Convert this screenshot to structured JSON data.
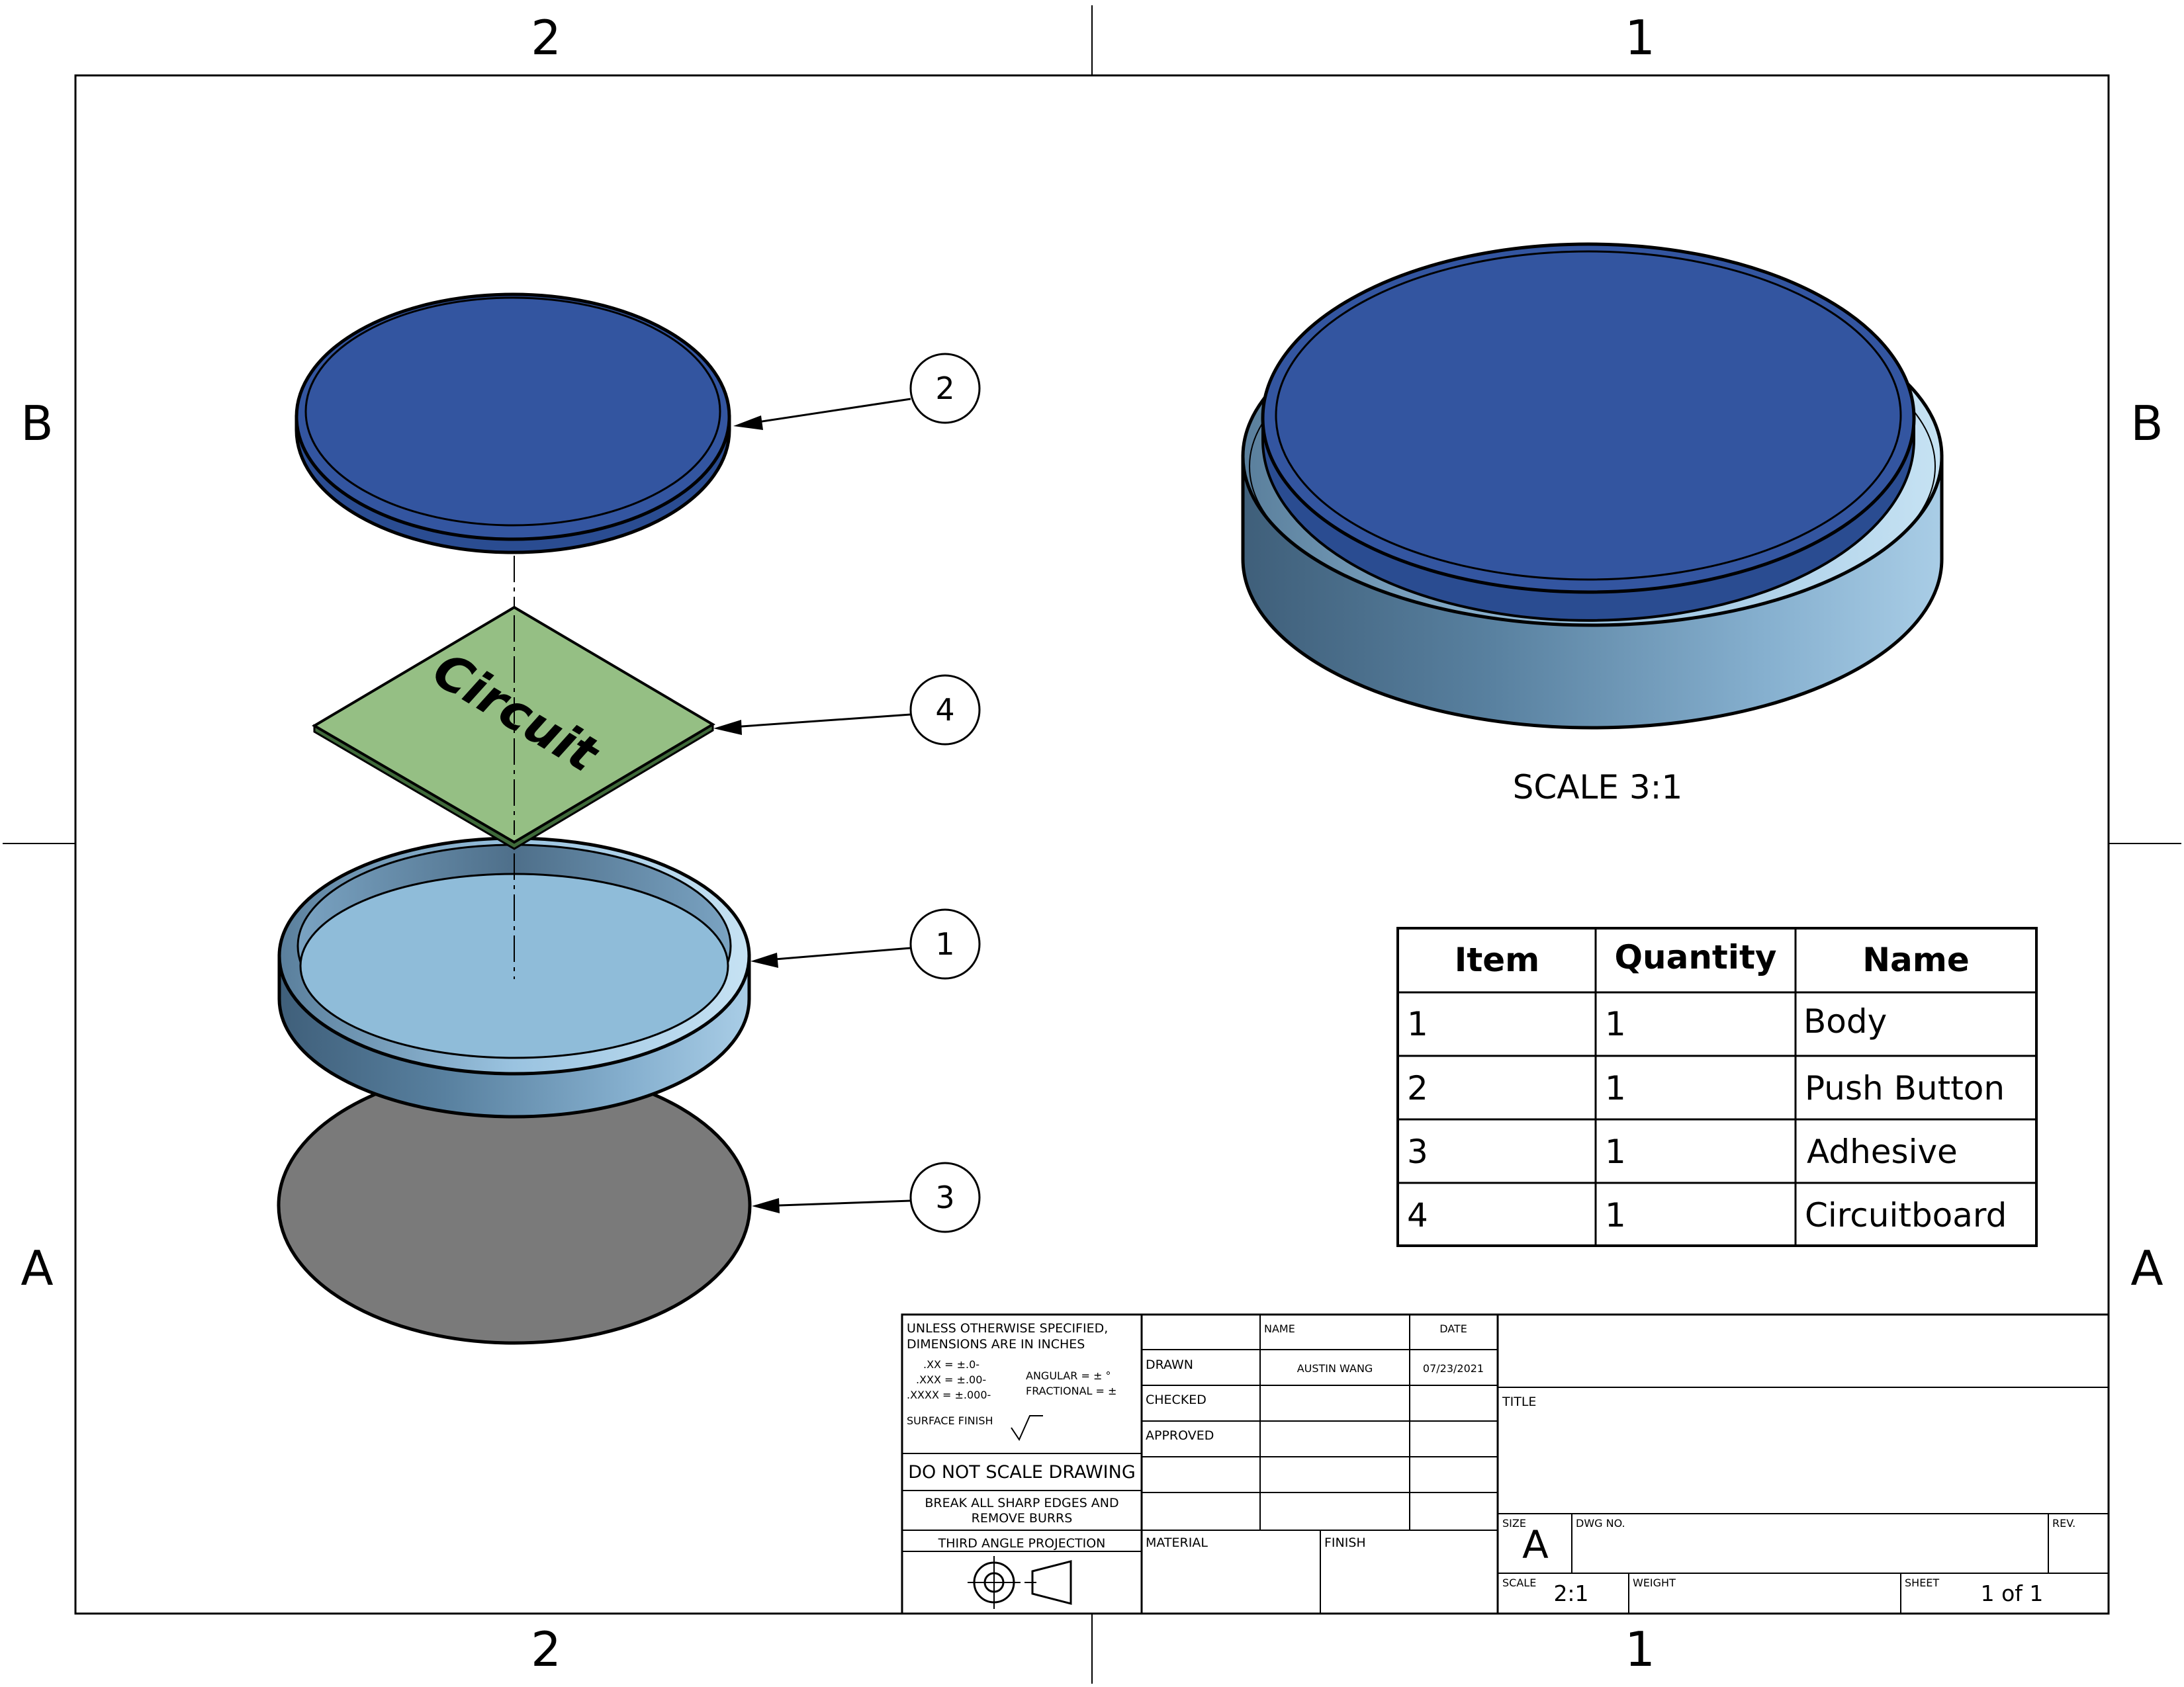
{
  "zones": {
    "top_left": "2",
    "top_right": "1",
    "bottom_left": "2",
    "bottom_right": "1",
    "left_upper": "B",
    "left_lower": "A",
    "right_upper": "B",
    "right_lower": "A"
  },
  "exploded_view": {
    "circuit_text": "Circuit",
    "balloons": [
      "2",
      "4",
      "1",
      "3"
    ]
  },
  "detail_view": {
    "caption": "SCALE 3:1"
  },
  "colors": {
    "button_blue": "#3355a0",
    "body_light_blue": "#8fbcd9",
    "body_side": "#6f93ad",
    "circuit_green": "#95bf84",
    "adhesive_gray": "#7a7a7a"
  },
  "bom": {
    "headers": [
      "Item",
      "Quantity",
      "Name"
    ],
    "rows": [
      [
        "1",
        "1",
        "Body"
      ],
      [
        "2",
        "1",
        "Push Button"
      ],
      [
        "3",
        "1",
        "Adhesive"
      ],
      [
        "4",
        "1",
        "Circuitboard"
      ]
    ]
  },
  "title_block": {
    "tolerance_note_1": "UNLESS OTHERWISE SPECIFIED,",
    "tolerance_note_2": "DIMENSIONS ARE IN INCHES",
    "tol_xx": ".XX = ±.0-",
    "tol_xxx": ".XXX = ±.00-",
    "tol_xxxx": ".XXXX = ±.000-",
    "tol_angular": "ANGULAR = ± °",
    "tol_fractional": "FRACTIONAL = ±",
    "surface_finish": "SURFACE FINISH",
    "do_not_scale": "DO NOT SCALE DRAWING",
    "break_edges_1": "BREAK ALL SHARP EDGES AND",
    "break_edges_2": "REMOVE BURRS",
    "projection": "THIRD ANGLE PROJECTION",
    "name_header": "NAME",
    "date_header": "DATE",
    "drawn_label": "DRAWN",
    "checked_label": "CHECKED",
    "approved_label": "APPROVED",
    "drawn_name": "AUSTIN WANG",
    "drawn_date": "07/23/2021",
    "material_label": "MATERIAL",
    "finish_label": "FINISH",
    "title_label": "TITLE",
    "size_label": "SIZE",
    "size_value": "A",
    "dwg_no_label": "DWG NO.",
    "rev_label": "REV.",
    "scale_label": "SCALE",
    "scale_value": "2:1",
    "weight_label": "WEIGHT",
    "sheet_label": "SHEET",
    "sheet_value": "1 of 1"
  }
}
